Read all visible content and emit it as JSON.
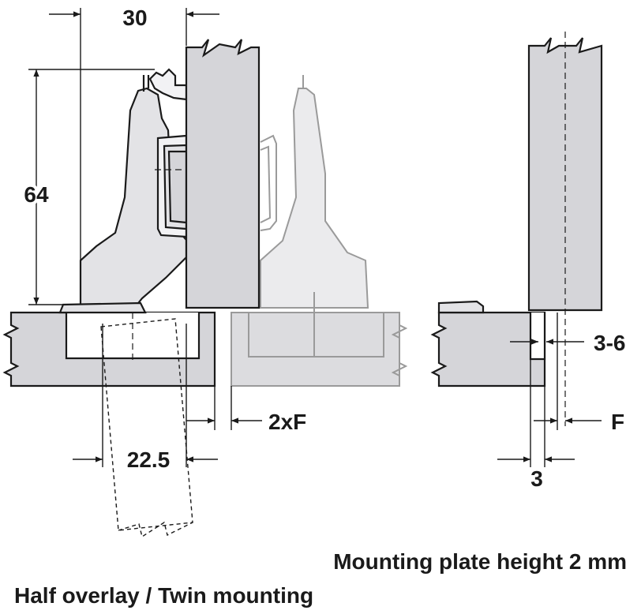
{
  "dimensions": {
    "top_width": "30",
    "height": "64",
    "bore_distance": "22.5",
    "gap": "2xF",
    "plate_offset": "3-6",
    "overlay": "F",
    "edge_distance": "3"
  },
  "captions": {
    "plate_note": "Mounting plate height 2 mm",
    "title": "Half overlay / Twin mounting"
  },
  "colors": {
    "panel_fill": "#d5d5d9",
    "hinge_fill": "#e3e3e6",
    "ghost_stroke": "#9a9a9a",
    "line": "#1a1a1a"
  }
}
